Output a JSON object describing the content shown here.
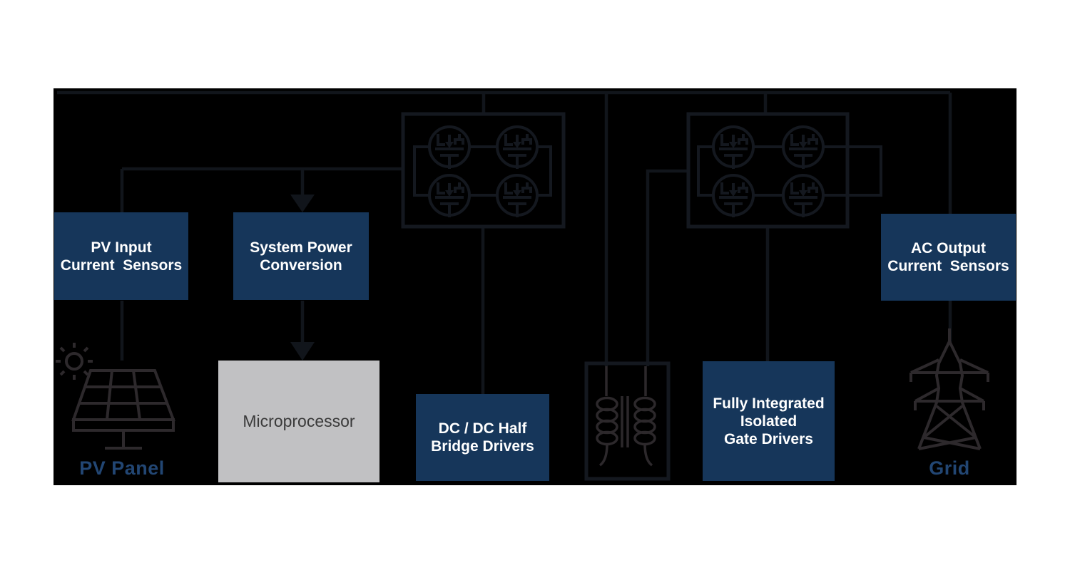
{
  "diagram": {
    "background_color": "#000000",
    "page_color": "#ffffff",
    "accent_navy": "#16365a",
    "label_blue": "#224673",
    "microprocessor_gray": "#c1c1c3",
    "icon_stroke": "#2d292c",
    "wire_color": "#11151b",
    "boxes": {
      "pv_input_current_sensors": {
        "lines": [
          "PV Input",
          "Current  Sensors"
        ]
      },
      "system_power_conversion": {
        "lines": [
          "System Power",
          "Conversion"
        ]
      },
      "microprocessor": {
        "lines": [
          "Microprocessor"
        ]
      },
      "dc_dc_half_bridge_drivers": {
        "lines": [
          "DC / DC Half",
          "Bridge Drivers"
        ]
      },
      "fully_integrated_isolated_gate_drivers": {
        "lines": [
          "Fully Integrated",
          "Isolated",
          "Gate Drivers"
        ]
      },
      "ac_output_current_sensors": {
        "lines": [
          "AC Output",
          "Current  Sensors"
        ]
      }
    },
    "labels": {
      "pv_panel": "PV Panel",
      "grid": "Grid"
    },
    "icons": {
      "sun-icon": "radiating sun (circle with 8 rays)",
      "pv-panel-icon": "solar panel on stand, 3x3 grid",
      "mosfet-bridge-left-icon": "full bridge of 4 MOSFET symbols in rectangle",
      "mosfet-bridge-right-icon": "full bridge of 4 MOSFET symbols in rectangle",
      "transformer-icon": "isolation transformer, two windings with core",
      "grid-tower-icon": "high-voltage transmission tower",
      "arrow-down-icon": "▼"
    }
  }
}
